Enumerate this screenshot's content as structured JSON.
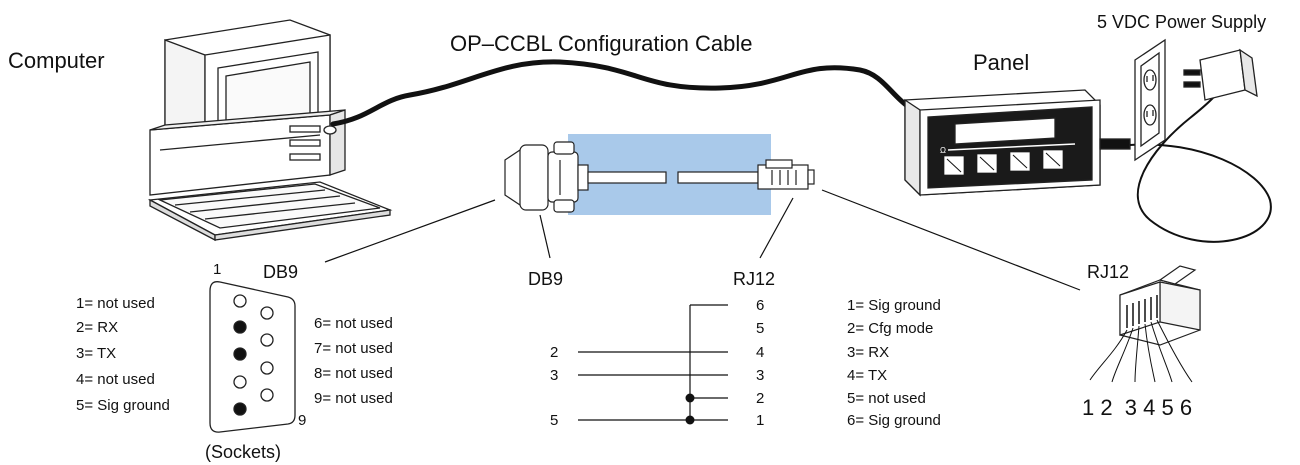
{
  "labels": {
    "computer": "Computer",
    "cable_title": "OP–CCBL Configuration Cable",
    "panel": "Panel",
    "power_supply": "5 VDC Power Supply",
    "db9_left": "DB9",
    "db9_center": "DB9",
    "rj12_center": "RJ12",
    "rj12_right": "RJ12",
    "sockets": "(Sockets)",
    "pin_one": "1",
    "pin_nine": "9"
  },
  "db9_pins_left": [
    "1= not used",
    "2=  RX",
    "3= TX",
    "4= not used",
    "5= Sig ground"
  ],
  "db9_pins_right": [
    "6= not used",
    "7= not used",
    "8= not used",
    "9= not used"
  ],
  "wiring": {
    "db9_side": [
      "2",
      "3",
      "5"
    ],
    "rj12_side": [
      "6",
      "5",
      "4",
      "3",
      "2",
      "1"
    ]
  },
  "rj12_pins": [
    "1= Sig ground",
    "2= Cfg mode",
    "3= RX",
    "4= TX",
    "5= not used",
    "6= Sig ground"
  ],
  "rj12_numbering": "1 2  3 4 5 6",
  "colors": {
    "highlight": "#a9c9ea",
    "ink": "#111111"
  }
}
